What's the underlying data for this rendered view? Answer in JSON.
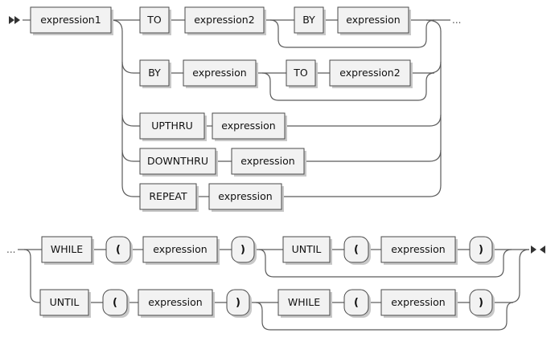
{
  "diagram": {
    "row1": {
      "start": "expression1",
      "branch_to": {
        "kw": "TO",
        "expr": "expression2",
        "opt_kw": "BY",
        "opt_expr": "expression"
      },
      "branch_by": {
        "kw": "BY",
        "expr": "expression",
        "opt_kw": "TO",
        "opt_expr": "expression2"
      },
      "branch_upthru": {
        "kw": "UPTHRU",
        "expr": "expression"
      },
      "branch_downthru": {
        "kw": "DOWNTHRU",
        "expr": "expression"
      },
      "branch_repeat": {
        "kw": "REPEAT",
        "expr": "expression"
      },
      "continuation": "..."
    },
    "row2": {
      "continuation": "...",
      "branch_while": {
        "kw": "WHILE",
        "lparen": "(",
        "expr": "expression",
        "rparen": ")",
        "opt_kw": "UNTIL",
        "opt_lparen": "(",
        "opt_expr": "expression",
        "opt_rparen": ")"
      },
      "branch_until": {
        "kw": "UNTIL",
        "lparen": "(",
        "expr": "expression",
        "rparen": ")",
        "opt_kw": "WHILE",
        "opt_lparen": "(",
        "opt_expr": "expression",
        "opt_rparen": ")"
      }
    }
  }
}
